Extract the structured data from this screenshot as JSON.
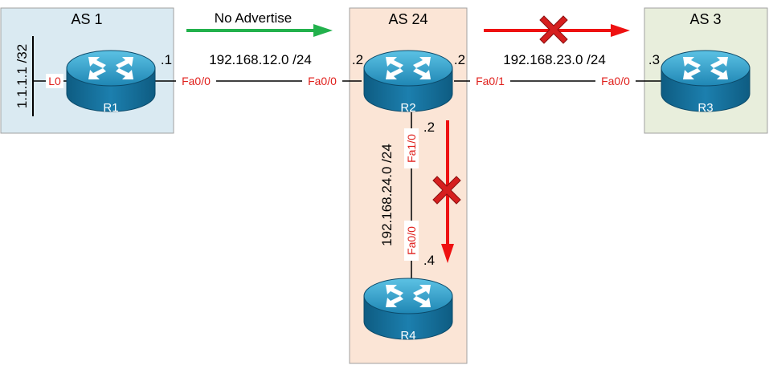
{
  "autonomous_systems": {
    "as1": "AS 1",
    "as24": "AS 24",
    "as3": "AS 3"
  },
  "routers": {
    "r1": "R1",
    "r2": "R2",
    "r3": "R3",
    "r4": "R4"
  },
  "networks": {
    "r1_r2": "192.168.12.0 /24",
    "r2_r3": "192.168.23.0 /24",
    "r2_r4": "192.168.24.0 /24",
    "loopback": "1.1.1.1 /32"
  },
  "interfaces": {
    "r1_lo": "L0",
    "r1_fa00": "Fa0/0",
    "r2_fa00": "Fa0/0",
    "r2_fa01": "Fa0/1",
    "r2_fa10": "Fa1/0",
    "r3_fa00": "Fa0/0",
    "r4_fa00": "Fa0/0"
  },
  "host_octets": {
    "r1_dot1": ".1",
    "r2_left": ".2",
    "r2_right": ".2",
    "r2_bottom": ".2",
    "r3_dot3": ".3",
    "r4_dot4": ".4"
  },
  "annotations": {
    "no_advertise": "No Advertise"
  },
  "colors": {
    "as1_fill": "#daeaf2",
    "as24_fill": "#fbe5d6",
    "as3_fill": "#e8eedc",
    "interface_red": "#e0201c",
    "green_arrow": "#22b14c",
    "red_arrow": "#ee1111",
    "router_blue": "#1f7ea8"
  }
}
